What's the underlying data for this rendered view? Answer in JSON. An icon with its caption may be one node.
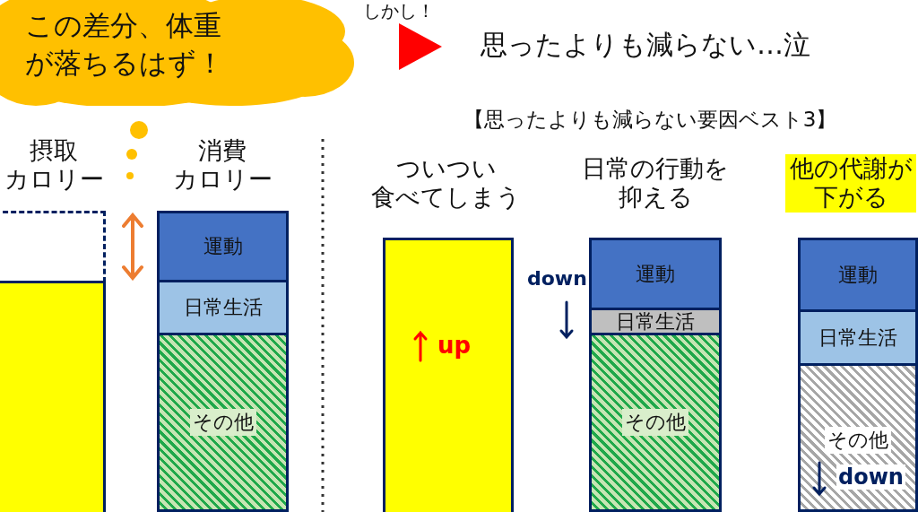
{
  "diagram": {
    "nodes": [
      {
        "text": [
          "この差分、体重が落ちるはず！"
        ]
      },
      {
        "text": [],
        "shape": "box"
      },
      {
        "text": [],
        "shape": "bar"
      },
      {
        "text": [
          "運動"
        ]
      },
      {
        "text": [
          "日常生活"
        ]
      },
      {
        "text": [
          "その他"
        ]
      },
      {
        "text": [
          "up"
        ]
      },
      {
        "text": [
          "運動"
        ]
      },
      {
        "text": [
          "日常生活"
        ]
      },
      {
        "text": [
          "その他"
        ]
      },
      {
        "text": [
          "運動"
        ]
      },
      {
        "text": [
          "日常生活"
        ]
      },
      {
        "text": [
          "その他",
          "down"
        ]
      }
    ],
    "labels": [
      "しかし！",
      "思ったよりも減らない…泣",
      "【思ったよりも減らない要因ベスト3】",
      "摂取カロリー",
      "消費カロリー",
      "ついつい食べてしまう",
      "日常の行動を抑える",
      "他の代謝が下がる",
      "down"
    ]
  }
}
